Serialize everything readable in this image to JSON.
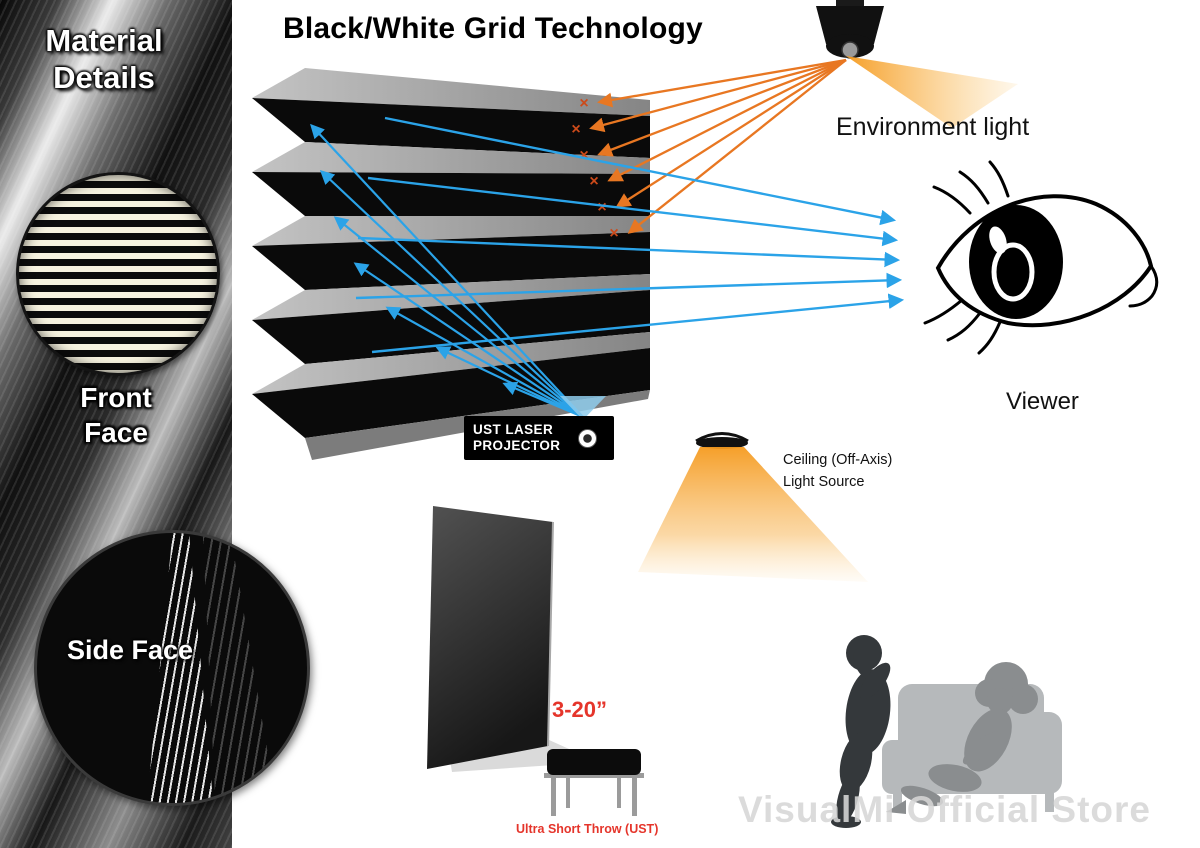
{
  "sidebar": {
    "title": "Material Details",
    "front_face_label": "Front Face",
    "side_face_label": "Side Face"
  },
  "main": {
    "title": "Black/White Grid Technology",
    "environment_light_label": "Environment light",
    "viewer_label": "Viewer",
    "ust_projector_line1": "UST LASER",
    "ust_projector_line2": "PROJECTOR",
    "ceiling_light_line1": "Ceiling (Off-Axis)",
    "ceiling_light_line2": "Light Source",
    "throw_distance_label": "3-20”",
    "ust_throw_label": "Ultra Short Throw (UST)",
    "watermark": "VisualMi Official Store"
  },
  "symbols": {
    "reject_x": "×"
  },
  "colors": {
    "environment_ray_orange": "#e87722",
    "light_cone_orange": "#f59a1e",
    "projector_ray_blue": "#2ba3e8",
    "reject_mark_red": "#cc4a1a",
    "accent_red": "#e5352b",
    "screen_black": "#0a0a0a",
    "screen_gray": "#a8a8a8",
    "silhouette_gray": "#8a8d8f"
  }
}
